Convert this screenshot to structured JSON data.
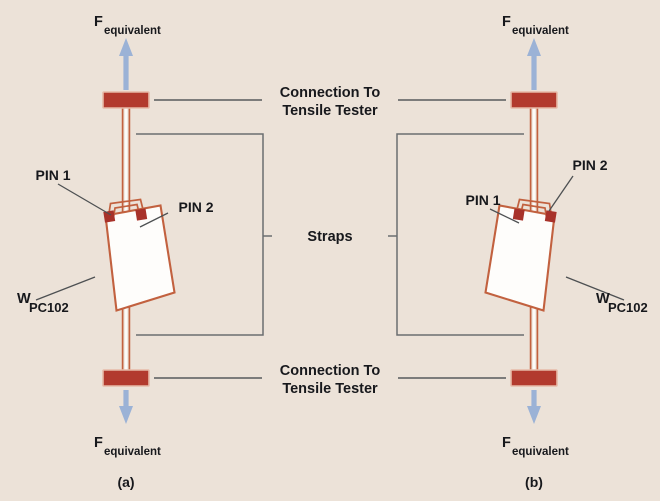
{
  "figure": {
    "background_color": "#ece2d8",
    "accent_red": "#b23a2e",
    "strap_color": "#c2613f",
    "arrow_color": "#9bb2d6",
    "leader_color": "#575a5c",
    "text_color": "#17181c",
    "plate_fill": "#fefdfb"
  },
  "center_labels": {
    "connection_top_line1": "Connection To",
    "connection_top_line2": "Tensile Tester",
    "straps": "Straps",
    "connection_bottom_line1": "Connection To",
    "connection_bottom_line2": "Tensile Tester"
  },
  "panels": [
    {
      "id": "a",
      "caption": "(a)",
      "force_top_symbol": "F",
      "force_top_subscript": "equivalent",
      "force_bottom_symbol": "F",
      "force_bottom_subscript": "equivalent",
      "pin1_label": "PIN 1",
      "pin2_label": "PIN 2",
      "specimen_symbol": "W",
      "specimen_subscript": "PC102",
      "tilt": "counterclockwise"
    },
    {
      "id": "b",
      "caption": "(b)",
      "force_top_symbol": "F",
      "force_top_subscript": "equivalent",
      "force_bottom_symbol": "F",
      "force_bottom_subscript": "equivalent",
      "pin1_label": "PIN 1",
      "pin2_label": "PIN 2",
      "specimen_symbol": "W",
      "specimen_subscript": "PC102",
      "tilt": "clockwise"
    }
  ]
}
